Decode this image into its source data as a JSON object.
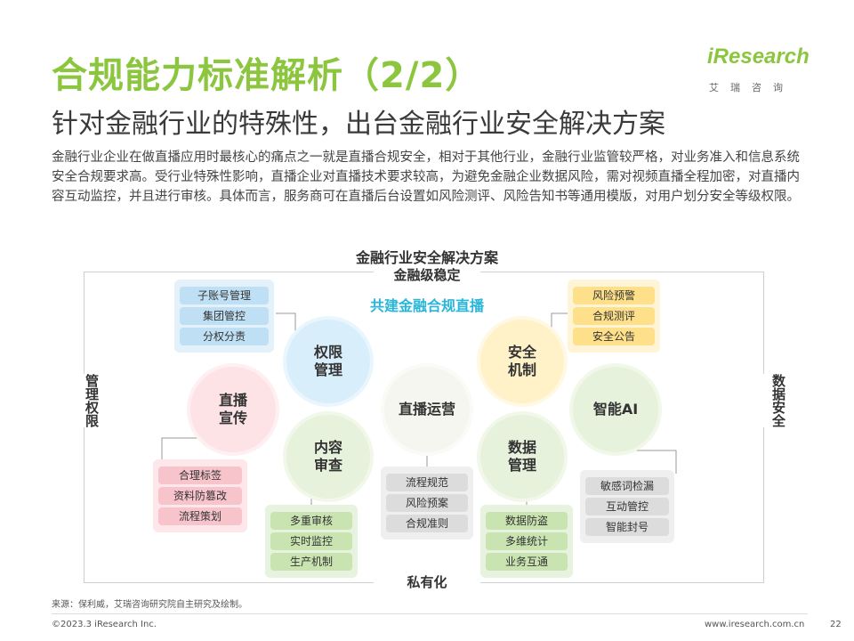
{
  "header": {
    "title": "合规能力标准解析（2/2）",
    "subtitle": "针对金融行业的特殊性，出台金融行业安全解决方案",
    "logo_text": "iResearch",
    "logo_subtext": "艾瑞咨询",
    "logo_color": "#8cc63f"
  },
  "intro": "金融行业企业在做直播应用时最核心的痛点之一就是直播合规安全，相对于其他行业，金融行业监管较严格，对业务准入和信息系统安全合规要求高。受行业特殊性影响，直播企业对直播技术要求较高，为避免金融企业数据风险，需对视频直播全程加密，对直播内容互动监控，并且进行审核。具体而言，服务商可在直播后台设置如风险测评、风险告知书等通用模版，对用户划分安全等级权限。",
  "diagram": {
    "title": "金融行业安全解决方案",
    "edges": {
      "top": "金融级稳定",
      "bottom": "私有化",
      "left": "管理权限",
      "right": "数据安全"
    },
    "slogan": "共建金融合规直播",
    "center": "直播运营",
    "nodes": [
      {
        "label": "权限\n管理",
        "color": "#d9eefb"
      },
      {
        "label": "安全\n机制",
        "color": "#fff1c8"
      },
      {
        "label": "直播\n宣传",
        "color": "#fde3e6"
      },
      {
        "label": "智能AI",
        "color": "#e6f2dc"
      },
      {
        "label": "内容\n审查",
        "color": "#e6f2dc"
      },
      {
        "label": "数据\n管理",
        "color": "#e6f2dc"
      }
    ],
    "panels": {
      "permission": [
        "子账号管理",
        "集团管控",
        "分权分责"
      ],
      "security": [
        "风险预警",
        "合规测评",
        "安全公告"
      ],
      "promotion": [
        "合理标签",
        "资料防篡改",
        "流程策划"
      ],
      "content": [
        "多重审核",
        "实时监控",
        "生产机制"
      ],
      "operation": [
        "流程规范",
        "风险预案",
        "合规准则"
      ],
      "data": [
        "数据防盗",
        "多维统计",
        "业务互通"
      ],
      "ai": [
        "敏感词检漏",
        "互动管控",
        "智能封号"
      ]
    }
  },
  "footer": {
    "source": "来源：保利威，艾瑞咨询研究院自主研究及绘制。",
    "copyright": "©2023.3 iResearch Inc.",
    "url": "www.iresearch.com.cn",
    "page": "22"
  }
}
